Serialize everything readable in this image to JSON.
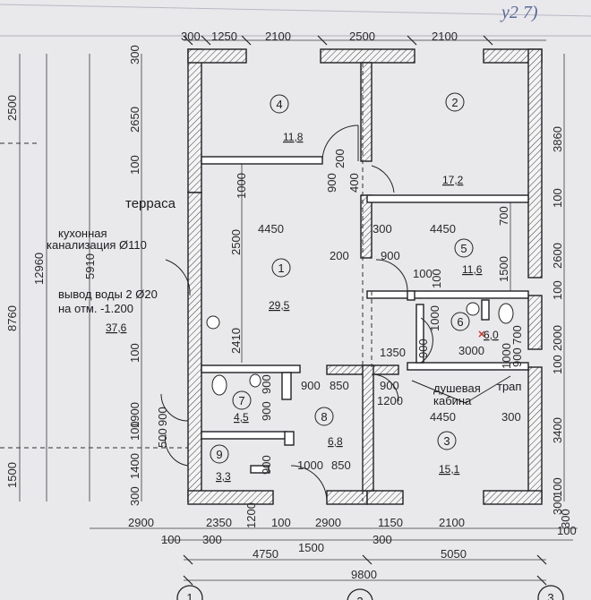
{
  "corner_note": "у2 7)",
  "rooms": [
    {
      "id": "room-1",
      "number": "1",
      "area": "29,5"
    },
    {
      "id": "room-2",
      "number": "2",
      "area": "17,2"
    },
    {
      "id": "room-3",
      "number": "3",
      "area": "15,1"
    },
    {
      "id": "room-4",
      "number": "4",
      "area": "11,8"
    },
    {
      "id": "room-5",
      "number": "5",
      "area": "11,6"
    },
    {
      "id": "room-6",
      "number": "6",
      "area": "6,0"
    },
    {
      "id": "room-7",
      "number": "7",
      "area": "4,5"
    },
    {
      "id": "room-8",
      "number": "8",
      "area": "6,8"
    },
    {
      "id": "room-9",
      "number": "9",
      "area": "3,3"
    }
  ],
  "labels": {
    "terrace": "терраса",
    "terrace_area": "37,6",
    "sewer_line1": "кухонная",
    "sewer_line2": "канализация Ø110",
    "water_line1": "вывод воды 2 Ø20",
    "water_line2": "на отм. -1.200",
    "shower_line1": "душевая",
    "shower_line2": "кабина",
    "drain": "трап"
  },
  "dimensions": {
    "top": [
      "300",
      "1250",
      "2100",
      "2500",
      "2100"
    ],
    "bottom_row1": [
      "2900",
      "2350",
      "1200",
      "100",
      "2900",
      "1150",
      "2100",
      "100",
      "300"
    ],
    "bottom_row2": [
      "100",
      "300",
      "1500",
      "300"
    ],
    "bottom_row3": [
      "4750",
      "5050"
    ],
    "bottom_total": "9800",
    "left_outer": [
      "2500",
      "8760",
      "1500"
    ],
    "left_total": "12960",
    "left_mid": [
      "300",
      "2650",
      "100",
      "5910",
      "100",
      "1900",
      "100",
      "1400",
      "300"
    ],
    "left_inner": [
      "1000",
      "2500",
      "2410",
      "900",
      "500",
      "900"
    ],
    "right": [
      "3860",
      "100",
      "2600",
      "100",
      "2000",
      "100",
      "3400",
      "100",
      "300"
    ],
    "right_inner": [
      "700",
      "1500",
      "900",
      "200"
    ],
    "interior": [
      "4450",
      "200",
      "300",
      "4450",
      "900",
      "100",
      "1350",
      "3000",
      "900",
      "850",
      "900",
      "1200",
      "4450",
      "300",
      "1000",
      "850",
      "900",
      "900",
      "900",
      "700",
      "100",
      "1000",
      "900",
      "900",
      "400",
      "1000"
    ]
  },
  "axes": [
    "1",
    "2",
    "3"
  ]
}
